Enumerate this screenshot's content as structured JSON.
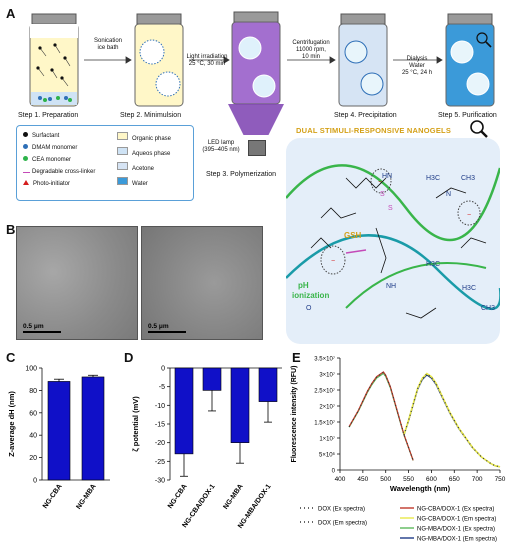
{
  "panels": {
    "a": "A",
    "b": "B",
    "c": "C",
    "d": "D",
    "e": "E"
  },
  "scheme": {
    "steps": [
      "Step 1. Preparation",
      "Step 2. Minimulsion",
      "Step 3. Polymerization",
      "Step 4. Precipitation",
      "Step 5. Purification"
    ],
    "arrow1": [
      "Sonication",
      "ice bath"
    ],
    "arrow2": [
      "Light irradiation",
      "25 °C, 30 min"
    ],
    "arrow3": [
      "Centrifugation",
      "11000 rpm,",
      "10 min"
    ],
    "arrow4": [
      "Dialysis",
      "Water",
      "25 °C, 24 h"
    ],
    "lamp": [
      "LED lamp",
      "(395–405 nm)"
    ],
    "legend_left": [
      "Surfactant",
      "DMAM monomer",
      "CEA monomer",
      "Degradable cross-linker",
      "Photo-initiator"
    ],
    "legend_right": [
      "Organic phase",
      "Aqueos phase",
      "Acetone",
      "Water"
    ],
    "nanogel_title": "DUAL STIMULI-RESPONSIVE NANOGELS",
    "gsh": "GSH",
    "ph": [
      "pH",
      "ionization"
    ],
    "chem": {
      "h3c": "H3C",
      "ch3": "CH3",
      "n": "N",
      "o": "O",
      "nh": "NH",
      "hn": "HN",
      "s": "S",
      "minus": "−"
    }
  },
  "tem": {
    "scale": [
      "0.5 μm",
      "0.5 μm"
    ]
  },
  "colors": {
    "bar": "#1010c8",
    "blue_box": "#e6eff9",
    "green": "#39b54a",
    "teal": "#1a9ba8",
    "gold": "#d4a017"
  },
  "chart_data": [
    {
      "type": "bar",
      "ylabel": "Z-average dH (nm)",
      "categories": [
        "NG-CBA",
        "NG-MBA"
      ],
      "values": [
        88,
        92
      ],
      "errors": [
        2,
        1.5
      ],
      "ylim": [
        0,
        100
      ],
      "yticks": [
        "0",
        "20",
        "40",
        "60",
        "80",
        "100"
      ]
    },
    {
      "type": "bar",
      "ylabel": "ζ potential (mV)",
      "categories": [
        "NG-CBA",
        "NG-CBA/DOX-1",
        "NG-MBA",
        "NG-MBA/DOX-1"
      ],
      "values": [
        -23,
        -6,
        -20,
        -9
      ],
      "errors": [
        6,
        5.5,
        5.5,
        5.5
      ],
      "ylim": [
        -30,
        0
      ],
      "yticks": [
        "0",
        "-5",
        "-10",
        "-15",
        "-20",
        "-25",
        "-30"
      ]
    },
    {
      "type": "line",
      "xlabel": "Wavelength (nm)",
      "ylabel": "Fluorescence intensity (RFU)",
      "xlim": [
        400,
        750
      ],
      "ylim": [
        0,
        35000000.0
      ],
      "xticks": [
        "400",
        "450",
        "500",
        "550",
        "600",
        "650",
        "700",
        "750"
      ],
      "yticks": [
        "0",
        "5×10⁶",
        "1×10⁷",
        "1.5×10⁷",
        "2×10⁷",
        "2.5×10⁷",
        "3×10⁷",
        "3.5×10⁷"
      ],
      "excitation_x": [
        420,
        440,
        460,
        470,
        480,
        490,
        495,
        500,
        510,
        520,
        530,
        540,
        550,
        560
      ],
      "excitation_y": [
        13500000.0,
        18500000.0,
        24500000.0,
        27000000.0,
        29000000.0,
        30000000.0,
        30500000.0,
        29500000.0,
        26000000.0,
        21000000.0,
        16000000.0,
        11000000.0,
        7000000.0,
        3000000.0
      ],
      "emission_x": [
        540,
        550,
        560,
        570,
        580,
        590,
        600,
        610,
        620,
        630,
        640,
        650,
        660,
        670,
        680,
        690,
        700,
        710,
        720,
        730,
        740,
        750
      ],
      "emission_y": [
        11000000.0,
        15500000.0,
        20500000.0,
        25500000.0,
        28500000.0,
        30000000.0,
        29000000.0,
        27000000.0,
        24000000.0,
        21000000.0,
        18000000.0,
        15500000.0,
        13000000.0,
        11000000.0,
        9000000.0,
        7000000.0,
        5500000.0,
        4000000.0,
        3000000.0,
        2000000.0,
        1300000.0,
        1000000.0
      ],
      "legend": [
        {
          "name": "DOX (Ex spectra)",
          "color": "#333333",
          "dash": "1,3"
        },
        {
          "name": "DOX (Em spectra)",
          "color": "#333333",
          "dash": "1,3"
        },
        {
          "name": "NG-CBA/DOX-1 (Ex spectra)",
          "color": "#c0392b",
          "dash": ""
        },
        {
          "name": "NG-CBA/DOX-1 (Em spectra)",
          "color": "#e8e84a",
          "dash": ""
        },
        {
          "name": "NG-MBA/DOX-1 (Ex spectra)",
          "color": "#5cb85c",
          "dash": ""
        },
        {
          "name": "NG-MBA/DOX-1 (Em spectra)",
          "color": "#1f3c88",
          "dash": ""
        }
      ]
    }
  ]
}
